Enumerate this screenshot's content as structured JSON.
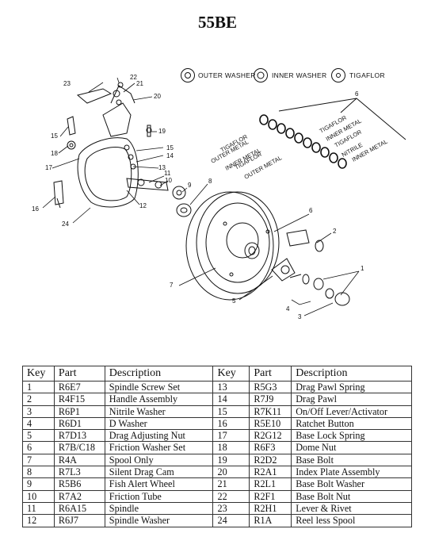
{
  "title": "55BE",
  "legend": {
    "outer": "OUTER WASHER",
    "inner": "INNER WASHER",
    "tigaflor": "TIGAFLOR"
  },
  "washer_stack": [
    "OUTER METAL",
    "TIGAFLOR",
    "INNER METAL",
    "TIGAFLOR",
    "OUTER METAL",
    "TIGAFLOR",
    "INNER METAL",
    "TIGAFLOR",
    "NITRILE",
    "INNER METAL"
  ],
  "callouts": [
    "1",
    "2",
    "3",
    "4",
    "5",
    "6",
    "6",
    "7",
    "8",
    "9",
    "10",
    "11",
    "12",
    "13",
    "14",
    "15",
    "15",
    "16",
    "17",
    "18",
    "19",
    "20",
    "21",
    "22",
    "23",
    "24"
  ],
  "table": {
    "headers": [
      "Key",
      "Part",
      "Description",
      "Key",
      "Part",
      "Description"
    ],
    "rows": [
      [
        "1",
        "R6E7",
        "Spindle Screw Set",
        "13",
        "R5G3",
        "Drag Pawl Spring"
      ],
      [
        "2",
        "R4F15",
        "Handle Assembly",
        "14",
        "R7J9",
        "Drag Pawl"
      ],
      [
        "3",
        "R6P1",
        "Nitrile Washer",
        "15",
        "R7K11",
        "On/Off Lever/Activator"
      ],
      [
        "4",
        "R6D1",
        "D Washer",
        "16",
        "R5E10",
        "Ratchet Button"
      ],
      [
        "5",
        "R7D13",
        "Drag Adjusting Nut",
        "17",
        "R2G12",
        "Base Lock Spring"
      ],
      [
        "6",
        "R7B/C18",
        "Friction Washer Set",
        "18",
        "R6F3",
        "Dome Nut"
      ],
      [
        "7",
        "R4A",
        "Spool Only",
        "19",
        "R2D2",
        "Base Bolt"
      ],
      [
        "8",
        "R7L3",
        "Silent Drag Cam",
        "20",
        "R2A1",
        "Index Plate Assembly"
      ],
      [
        "9",
        "R5B6",
        "Fish Alert Wheel",
        "21",
        "R2L1",
        "Base Bolt Washer"
      ],
      [
        "10",
        "R7A2",
        "Friction Tube",
        "22",
        "R2F1",
        "Base Bolt Nut"
      ],
      [
        "11",
        "R6A15",
        "Spindle",
        "23",
        "R2H1",
        "Lever & Rivet"
      ],
      [
        "12",
        "R6J7",
        "Spindle Washer",
        "24",
        "R1A",
        "Reel less Spool"
      ]
    ]
  }
}
